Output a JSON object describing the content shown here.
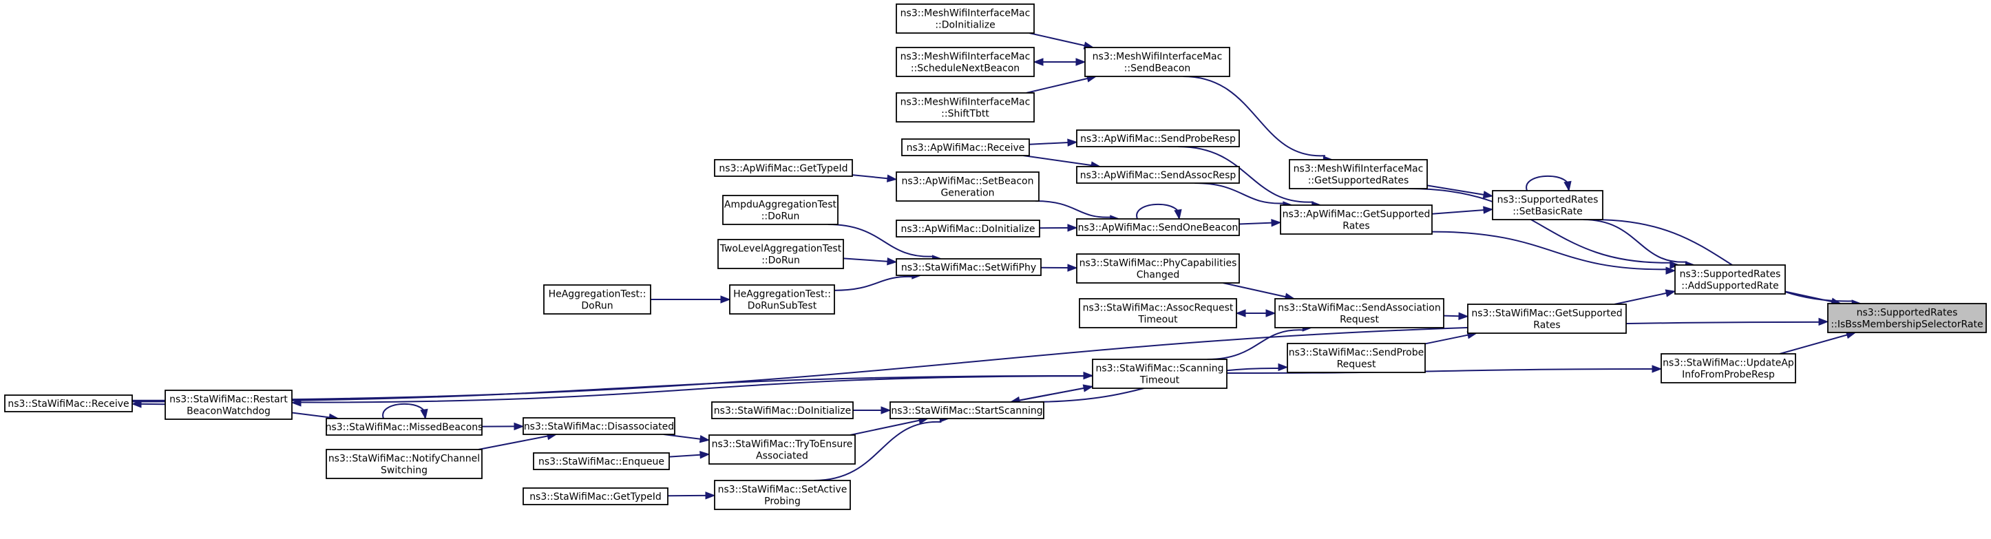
{
  "diagram": {
    "type": "doxygen-caller-graph",
    "colors": {
      "edge": "#191970",
      "root_fill": "#bfbfbf",
      "node_fill": "#ffffff",
      "node_border": "#000000"
    },
    "nodes": [
      {
        "id": "root",
        "lines": [
          "ns3::SupportedRates",
          "::IsBssMembershipSelectorRate"
        ],
        "root": true
      },
      {
        "id": "addSupp",
        "lines": [
          "ns3::SupportedRates",
          "::AddSupportedRate"
        ]
      },
      {
        "id": "setBasic",
        "lines": [
          "ns3::SupportedRates",
          "::SetBasicRate"
        ]
      },
      {
        "id": "updAp",
        "lines": [
          "ns3::StaWifiMac::UpdateAp",
          "InfoFromProbeResp"
        ]
      },
      {
        "id": "meshGetSupp",
        "lines": [
          "ns3::MeshWifiInterfaceMac",
          "::GetSupportedRates"
        ]
      },
      {
        "id": "apGetSupp",
        "lines": [
          "ns3::ApWifiMac::GetSupported",
          "Rates"
        ]
      },
      {
        "id": "staGetSupp",
        "lines": [
          "ns3::StaWifiMac::GetSupported",
          "Rates"
        ]
      },
      {
        "id": "meshSendBeacon",
        "lines": [
          "ns3::MeshWifiInterfaceMac",
          "::SendBeacon"
        ]
      },
      {
        "id": "meshDoInit",
        "lines": [
          "ns3::MeshWifiInterfaceMac",
          "::DoInitialize"
        ]
      },
      {
        "id": "meshSchedule",
        "lines": [
          "ns3::MeshWifiInterfaceMac",
          "::ScheduleNextBeacon"
        ]
      },
      {
        "id": "meshShift",
        "lines": [
          "ns3::MeshWifiInterfaceMac",
          "::ShiftTbtt"
        ]
      },
      {
        "id": "apSendProbeResp",
        "lines": [
          "ns3::ApWifiMac::SendProbeResp"
        ]
      },
      {
        "id": "apSendAssocResp",
        "lines": [
          "ns3::ApWifiMac::SendAssocResp"
        ]
      },
      {
        "id": "apReceive",
        "lines": [
          "ns3::ApWifiMac::Receive"
        ]
      },
      {
        "id": "apSendOneBeacon",
        "lines": [
          "ns3::ApWifiMac::SendOneBeacon"
        ]
      },
      {
        "id": "apSetBeacon",
        "lines": [
          "ns3::ApWifiMac::SetBeacon",
          "Generation"
        ]
      },
      {
        "id": "apGetTypeId",
        "lines": [
          "ns3::ApWifiMac::GetTypeId"
        ]
      },
      {
        "id": "apDoInit",
        "lines": [
          "ns3::ApWifiMac::DoInitialize"
        ]
      },
      {
        "id": "staSetWifiPhy",
        "lines": [
          "ns3::StaWifiMac::SetWifiPhy"
        ]
      },
      {
        "id": "ampdu",
        "lines": [
          "AmpduAggregationTest",
          "::DoRun"
        ]
      },
      {
        "id": "twoLevel",
        "lines": [
          "TwoLevelAggregationTest",
          "::DoRun"
        ]
      },
      {
        "id": "heSub",
        "lines": [
          "HeAggregationTest::",
          "DoRunSubTest"
        ]
      },
      {
        "id": "heDoRun",
        "lines": [
          "HeAggregationTest::",
          "DoRun"
        ]
      },
      {
        "id": "staPhyCap",
        "lines": [
          "ns3::StaWifiMac::PhyCapabilities",
          "Changed"
        ]
      },
      {
        "id": "staSendAssoc",
        "lines": [
          "ns3::StaWifiMac::SendAssociation",
          "Request"
        ]
      },
      {
        "id": "staAssocTimeout",
        "lines": [
          "ns3::StaWifiMac::AssocRequest",
          "Timeout"
        ]
      },
      {
        "id": "staSendProbe",
        "lines": [
          "ns3::StaWifiMac::SendProbe",
          "Request"
        ]
      },
      {
        "id": "staScanTimeout",
        "lines": [
          "ns3::StaWifiMac::Scanning",
          "Timeout"
        ]
      },
      {
        "id": "staStartScan",
        "lines": [
          "ns3::StaWifiMac::StartScanning"
        ]
      },
      {
        "id": "staDoInit",
        "lines": [
          "ns3::StaWifiMac::DoInitialize"
        ]
      },
      {
        "id": "staTryEnsure",
        "lines": [
          "ns3::StaWifiMac::TryToEnsure",
          "Associated"
        ]
      },
      {
        "id": "staEnqueue",
        "lines": [
          "ns3::StaWifiMac::Enqueue"
        ]
      },
      {
        "id": "staSetActive",
        "lines": [
          "ns3::StaWifiMac::SetActive",
          "Probing"
        ]
      },
      {
        "id": "staGetTypeId",
        "lines": [
          "ns3::StaWifiMac::GetTypeId"
        ]
      },
      {
        "id": "staDisassoc",
        "lines": [
          "ns3::StaWifiMac::Disassociated"
        ]
      },
      {
        "id": "staMissed",
        "lines": [
          "ns3::StaWifiMac::MissedBeacons"
        ]
      },
      {
        "id": "staNotify",
        "lines": [
          "ns3::StaWifiMac::NotifyChannel",
          "Switching"
        ]
      },
      {
        "id": "staRestart",
        "lines": [
          "ns3::StaWifiMac::Restart",
          "BeaconWatchdog"
        ]
      },
      {
        "id": "staReceive",
        "lines": [
          "ns3::StaWifiMac::Receive"
        ]
      }
    ],
    "edges": [
      [
        "addSupp",
        "root"
      ],
      [
        "setBasic",
        "root"
      ],
      [
        "updAp",
        "root"
      ],
      [
        "staReceive",
        "root"
      ],
      [
        "setBasic",
        "addSupp"
      ],
      [
        "meshGetSupp",
        "addSupp"
      ],
      [
        "apGetSupp",
        "addSupp"
      ],
      [
        "staGetSupp",
        "addSupp"
      ],
      [
        "setBasic",
        "setBasic"
      ],
      [
        "meshGetSupp",
        "setBasic"
      ],
      [
        "apGetSupp",
        "setBasic"
      ],
      [
        "staScanTimeout",
        "updAp"
      ],
      [
        "meshSendBeacon",
        "meshGetSupp"
      ],
      [
        "meshDoInit",
        "meshSendBeacon"
      ],
      [
        "meshSchedule",
        "meshSendBeacon"
      ],
      [
        "meshShift",
        "meshSendBeacon"
      ],
      [
        "meshSendBeacon",
        "meshSchedule"
      ],
      [
        "apSendProbeResp",
        "apGetSupp"
      ],
      [
        "apSendAssocResp",
        "apGetSupp"
      ],
      [
        "apSendOneBeacon",
        "apGetSupp"
      ],
      [
        "apReceive",
        "apSendProbeResp"
      ],
      [
        "apReceive",
        "apSendAssocResp"
      ],
      [
        "apSetBeacon",
        "apSendOneBeacon"
      ],
      [
        "apDoInit",
        "apSendOneBeacon"
      ],
      [
        "apSendOneBeacon",
        "apSendOneBeacon"
      ],
      [
        "apGetTypeId",
        "apSetBeacon"
      ],
      [
        "staSendAssoc",
        "staGetSupp"
      ],
      [
        "staSendProbe",
        "staGetSupp"
      ],
      [
        "staPhyCap",
        "staSendAssoc"
      ],
      [
        "staAssocTimeout",
        "staSendAssoc"
      ],
      [
        "staScanTimeout",
        "staSendAssoc"
      ],
      [
        "staSendAssoc",
        "staAssocTimeout"
      ],
      [
        "staStartScan",
        "staSendProbe"
      ],
      [
        "staSetWifiPhy",
        "staPhyCap"
      ],
      [
        "ampdu",
        "staSetWifiPhy"
      ],
      [
        "twoLevel",
        "staSetWifiPhy"
      ],
      [
        "heSub",
        "staSetWifiPhy"
      ],
      [
        "heDoRun",
        "heSub"
      ],
      [
        "staStartScan",
        "staScanTimeout"
      ],
      [
        "staScanTimeout",
        "staStartScan"
      ],
      [
        "staReceive",
        "staScanTimeout"
      ],
      [
        "staScanTimeout",
        "staRestart"
      ],
      [
        "staDoInit",
        "staStartScan"
      ],
      [
        "staTryEnsure",
        "staStartScan"
      ],
      [
        "staSetActive",
        "staStartScan"
      ],
      [
        "staDisassoc",
        "staTryEnsure"
      ],
      [
        "staEnqueue",
        "staTryEnsure"
      ],
      [
        "staGetTypeId",
        "staSetActive"
      ],
      [
        "staMissed",
        "staDisassoc"
      ],
      [
        "staNotify",
        "staDisassoc"
      ],
      [
        "staMissed",
        "staMissed"
      ],
      [
        "staRestart",
        "staMissed"
      ],
      [
        "staRestart",
        "staReceive"
      ]
    ]
  }
}
